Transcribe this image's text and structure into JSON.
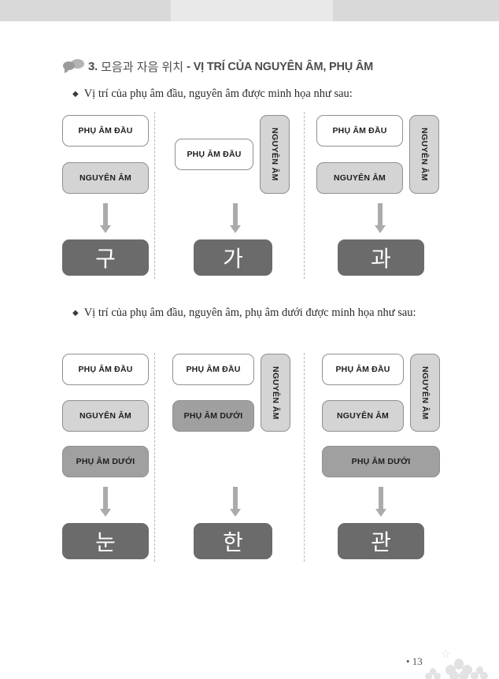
{
  "banner": {
    "segments": [
      "light-gray",
      "pale-gray",
      "light-gray"
    ]
  },
  "heading": {
    "icon": "speech-bubbles-icon",
    "number": "3.",
    "korean": "모음과 자음 위치",
    "separator": "-",
    "vietnamese": "VỊ TRÍ CỦA NGUYÊN ÂM, PHỤ ÂM"
  },
  "bullets": [
    {
      "marker": "◆",
      "text": "Vị trí của phụ âm đầu, nguyên âm được minh họa như sau:"
    },
    {
      "marker": "◆",
      "text": "Vị trí của phụ âm đầu, nguyên âm, phụ âm dưới được minh họa như sau:"
    }
  ],
  "labels": {
    "initial_consonant": "PHỤ ÂM ĐẦU",
    "vowel": "NGUYÊN ÂM",
    "final_consonant": "PHỤ ÂM DƯỚI"
  },
  "colors": {
    "box_white": "#ffffff",
    "box_light": "#d4d4d4",
    "box_mid": "#a0a0a0",
    "result_dark": "#6b6b6b",
    "arrow": "#ababab",
    "border": "#8f8f8f",
    "divider": "#b5b5b5",
    "heading_text": "#4c4c4c"
  },
  "diagram1": {
    "columns": [
      {
        "id": "col-1-1",
        "boxes": [
          {
            "label": "PHỤ ÂM ĐẦU",
            "shade": "white",
            "orientation": "horizontal"
          },
          {
            "label": "NGUYÊN ÂM",
            "shade": "light",
            "orientation": "horizontal"
          }
        ],
        "result": "구"
      },
      {
        "id": "col-1-2",
        "boxes": [
          {
            "label": "PHỤ ÂM ĐẦU",
            "shade": "white",
            "orientation": "horizontal"
          },
          {
            "label": "NGUYÊN ÂM",
            "shade": "light",
            "orientation": "vertical"
          }
        ],
        "result": "가"
      },
      {
        "id": "col-1-3",
        "boxes": [
          {
            "label": "PHỤ ÂM ĐẦU",
            "shade": "white",
            "orientation": "horizontal"
          },
          {
            "label": "NGUYÊN ÂM",
            "shade": "light",
            "orientation": "horizontal"
          },
          {
            "label": "NGUYÊN ÂM",
            "shade": "light",
            "orientation": "vertical"
          }
        ],
        "result": "과"
      }
    ]
  },
  "diagram2": {
    "columns": [
      {
        "id": "col-2-1",
        "boxes": [
          {
            "label": "PHỤ ÂM ĐẦU",
            "shade": "white",
            "orientation": "horizontal"
          },
          {
            "label": "NGUYÊN ÂM",
            "shade": "light",
            "orientation": "horizontal"
          },
          {
            "label": "PHỤ ÂM DƯỚI",
            "shade": "mid",
            "orientation": "horizontal"
          }
        ],
        "result": "눈"
      },
      {
        "id": "col-2-2",
        "boxes": [
          {
            "label": "PHỤ ÂM ĐẦU",
            "shade": "white",
            "orientation": "horizontal"
          },
          {
            "label": "PHỤ ÂM DƯỚI",
            "shade": "mid",
            "orientation": "horizontal"
          },
          {
            "label": "NGUYÊN ÂM",
            "shade": "light",
            "orientation": "vertical"
          }
        ],
        "result": "한"
      },
      {
        "id": "col-2-3",
        "boxes": [
          {
            "label": "PHỤ ÂM ĐẦU",
            "shade": "white",
            "orientation": "horizontal"
          },
          {
            "label": "NGUYÊN ÂM",
            "shade": "light",
            "orientation": "horizontal"
          },
          {
            "label": "NGUYÊN ÂM",
            "shade": "light",
            "orientation": "vertical"
          },
          {
            "label": "PHỤ ÂM DƯỚI",
            "shade": "mid",
            "orientation": "horizontal-wide"
          }
        ],
        "result": "관"
      }
    ]
  },
  "footer": {
    "page_number": "• 13",
    "decoration": "cherry-blossom-icon"
  }
}
